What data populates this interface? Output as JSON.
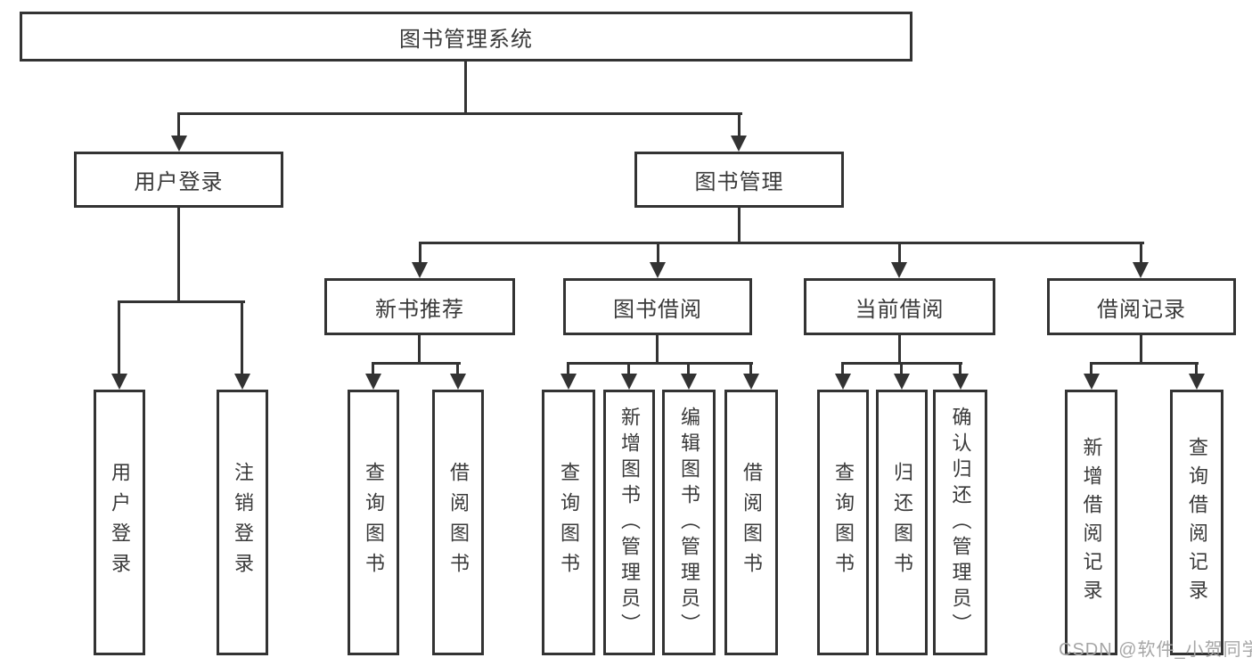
{
  "diagram": {
    "title": "图书管理系统",
    "nodes": {
      "root": "图书管理系统",
      "level2": [
        "用户登录",
        "图书管理"
      ],
      "level3": [
        "新书推荐",
        "图书借阅",
        "当前借阅",
        "借阅记录"
      ],
      "leaves_login": [
        "用户登录",
        "注销登录"
      ],
      "leaves_recommend": [
        "查询图书",
        "借阅图书"
      ],
      "leaves_borrow": [
        "查询图书",
        "新增图书（管理员）",
        "编辑图书（管理员）",
        "借阅图书"
      ],
      "leaves_current": [
        "查询图书",
        "归还图书",
        "确认归还（管理员）"
      ],
      "leaves_records": [
        "新增借阅记录",
        "查询借阅记录"
      ]
    },
    "colors": {
      "line": "#333333",
      "text": "#3a3a3a",
      "box_fill": "#ffffff",
      "background": "#ffffff",
      "watermark": "#a6a6a6"
    }
  },
  "watermark": {
    "text": "CSDN @软件_小贺同学"
  }
}
